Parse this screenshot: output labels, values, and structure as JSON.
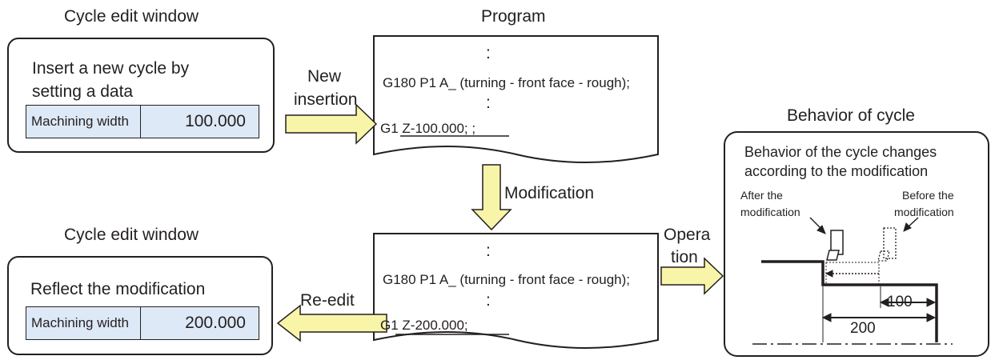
{
  "captions": {
    "cycle_edit_top": "Cycle edit window",
    "program": "Program",
    "cycle_edit_bottom": "Cycle edit window",
    "behavior": "Behavior of cycle"
  },
  "top_window": {
    "line1": "Insert a new cycle by",
    "line2": "setting a data",
    "field_label": "Machining width",
    "field_value": "100.000"
  },
  "bottom_window": {
    "line1": "Reflect the modification",
    "field_label": "Machining width",
    "field_value": "200.000"
  },
  "arrows": {
    "new_insertion_1": "New",
    "new_insertion_2": "insertion",
    "modification": "Modification",
    "operation_1": "Opera",
    "operation_2": "tion",
    "re_edit": "Re-edit"
  },
  "program_top": {
    "dots": ":",
    "line1": "G180 P1 A_ (turning - front face - rough);",
    "line2": "G1 Z-100.000;      ;"
  },
  "program_bottom": {
    "dots": ":",
    "line1": "G180 P1 A_ (turning - front face - rough);",
    "line2": "G1 Z-200.000;"
  },
  "behavior": {
    "line1": "Behavior of the cycle changes",
    "line2": "according to the modification",
    "after_1": "After the",
    "after_2": "modification",
    "before_1": "Before the",
    "before_2": "modification",
    "dim_100": "100",
    "dim_200": "200"
  }
}
